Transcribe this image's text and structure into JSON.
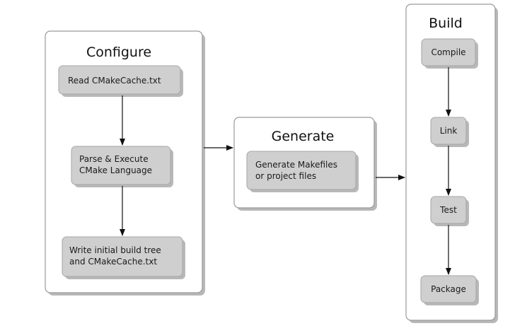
{
  "panels": {
    "configure": {
      "title": "Configure"
    },
    "generate": {
      "title": "Generate"
    },
    "build": {
      "title": "Build"
    }
  },
  "nodes": {
    "read_cache": [
      "Read CMakeCache.txt"
    ],
    "parse_execute": [
      "Parse & Execute",
      "CMake Language"
    ],
    "write_tree": [
      "Write initial build tree",
      "and CMakeCache.txt"
    ],
    "generate_makefiles": [
      "Generate Makefiles",
      "or project files"
    ],
    "compile": [
      "Compile"
    ],
    "link": [
      "Link"
    ],
    "test": [
      "Test"
    ],
    "package": [
      "Package"
    ]
  },
  "colors": {
    "panel_fill": "#ffffff",
    "panel_border": "#9a9a9a",
    "node_fill": "#cfcfcf",
    "node_border": "#a6a6a6",
    "shadow": "#b8b8b8",
    "arrow": "#111111"
  }
}
